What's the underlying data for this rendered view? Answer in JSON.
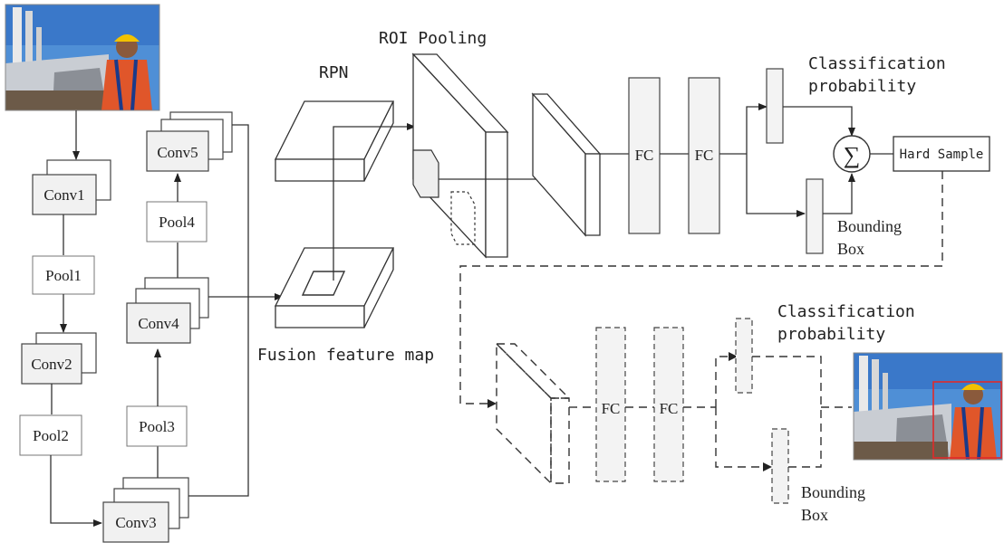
{
  "backbone": {
    "conv1": "Conv1",
    "pool1": "Pool1",
    "conv2": "Conv2",
    "pool2": "Pool2",
    "conv3": "Conv3",
    "pool3": "Pool3",
    "conv4": "Conv4",
    "pool4": "Pool4",
    "conv5": "Conv5"
  },
  "rpn": {
    "label": "RPN"
  },
  "fusion": {
    "label": "Fusion feature map"
  },
  "roi": {
    "label": "ROI Pooling"
  },
  "head_top": {
    "fc1": "FC",
    "fc2": "FC",
    "cls": [
      "Classification",
      "probability"
    ],
    "bbox": [
      "Bounding",
      "Box"
    ],
    "sum_symbol": "∑",
    "hard_sample": "Hard Sample"
  },
  "head_bottom": {
    "fc1": "FC",
    "fc2": "FC",
    "cls": [
      "Classification",
      "probability"
    ],
    "bbox": [
      "Bounding",
      "Box"
    ]
  },
  "colors": {
    "sky": "#3f7fcf",
    "vest": "#e0562a",
    "helmet": "#f2c200",
    "detection_box": "#e02a2a"
  }
}
